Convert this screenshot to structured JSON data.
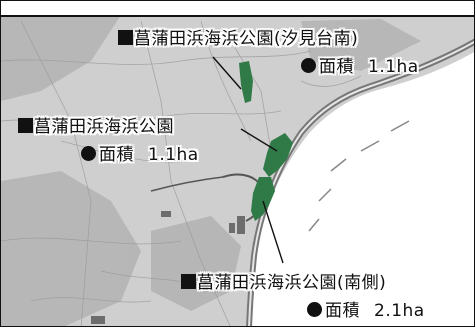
{
  "parks": [
    {
      "name": "菖蒲田浜海浜公園(汐見台南)",
      "area_label": "面積",
      "area_value": "1.1ha"
    },
    {
      "name": "菖蒲田浜海浜公園",
      "area_label": "面積",
      "area_value": "1.1ha"
    },
    {
      "name": "菖蒲田浜海浜公園(南側)",
      "area_label": "面積",
      "area_value": "2.1ha"
    }
  ],
  "colors": {
    "park_green": "#2f7a47",
    "land_gray": "#c9c9c9",
    "sea_white": "#ffffff",
    "road_dark": "#777777",
    "leader": "#111111"
  }
}
